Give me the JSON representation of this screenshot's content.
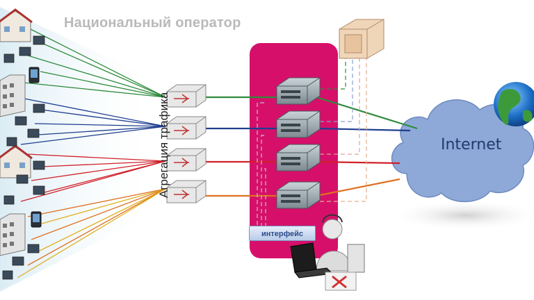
{
  "title": "Национальный оператор",
  "cloud_label": "Internet",
  "aggregation_label": "Агрегация трафика",
  "interface_label": "интерфейс",
  "icons": [
    "house-icon",
    "office-building-icon",
    "desktop-computer-icon",
    "pda-icon",
    "switch-icon",
    "server-icon",
    "storage-icon",
    "globe-icon",
    "cloud-icon",
    "operator-icon",
    "laptop-icon"
  ],
  "colors": {
    "green": "#2e8b3c",
    "blue": "#1c3d8f",
    "red": "#d0202a",
    "orange": "#e07020",
    "panel": "#d6106a",
    "cloud": "#8ea9d8"
  }
}
